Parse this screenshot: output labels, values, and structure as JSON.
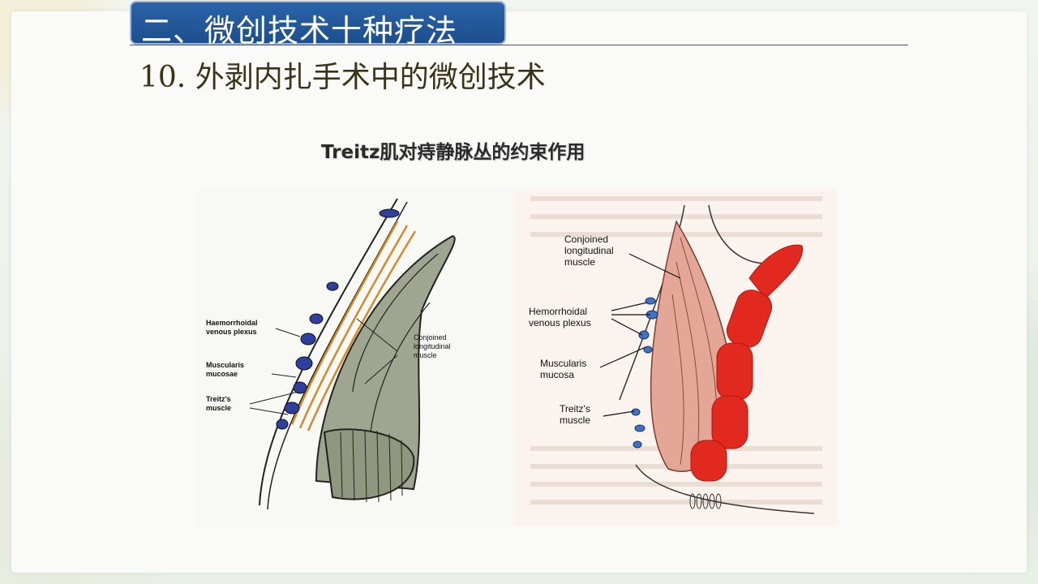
{
  "slide": {
    "title": "二、微创技术十种疗法",
    "subtitle": "10. 外剥内扎手术中的微创技术",
    "figure_caption": "Treitz肌对痔静脉丛的约束作用"
  },
  "left_figure": {
    "label_plexus_1": "Haemorrhoidal",
    "label_plexus_2": "venous plexus",
    "label_mucosae_1": "Muscularis",
    "label_mucosae_2": "mucosae",
    "label_treitz_1": "Treitz's",
    "label_treitz_2": "muscle",
    "label_conjoined_1": "Conjoined",
    "label_conjoined_2": "longitudinal",
    "label_conjoined_3": "muscle"
  },
  "right_figure": {
    "label_conjoined_1": "Conjoined",
    "label_conjoined_2": "longitudinal",
    "label_conjoined_3": "muscle",
    "label_plexus_1": "Hemorrhoidal",
    "label_plexus_2": "venous plexus",
    "label_mucosa_1": "Muscularis",
    "label_mucosa_2": "mucosa",
    "label_treitz_1": "Treitz's",
    "label_treitz_2": "muscle"
  }
}
